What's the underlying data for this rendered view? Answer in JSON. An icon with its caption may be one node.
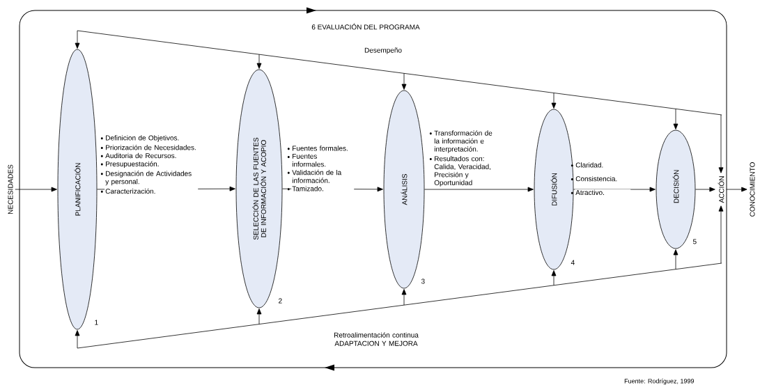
{
  "diagram": {
    "caption": "Fuente: Rodríguez, 1999",
    "nodes": [
      {
        "text": [
          "NECESIDADES"
        ]
      },
      {
        "text": [
          "PLANIFICACIÓN"
        ],
        "beside": [
          "1"
        ]
      },
      {
        "text": [
          "SELECCIÓN DE LAS FUENTES DE INFORMACIÓN Y ACOPIO"
        ],
        "beside": [
          "2"
        ]
      },
      {
        "text": [
          "ANÁLISIS"
        ],
        "beside": [
          "3"
        ]
      },
      {
        "text": [
          "DIFUSIÓN"
        ],
        "beside": [
          "4"
        ]
      },
      {
        "text": [
          "DECISIÓN"
        ],
        "beside": [
          "5"
        ]
      },
      {
        "text": [
          "ACCIÓN"
        ]
      },
      {
        "text": [
          "CONOCIMIENTO"
        ]
      }
    ],
    "edges": [
      {
        "from": 0,
        "to": 1,
        "arrow": "to"
      },
      {
        "from": 1,
        "to": 2,
        "arrow": "to"
      },
      {
        "from": 2,
        "to": 3,
        "arrow": "to"
      },
      {
        "from": 3,
        "to": 4,
        "arrow": "to"
      },
      {
        "from": 4,
        "to": 5,
        "arrow": "to"
      },
      {
        "from": 5,
        "to": 6,
        "arrow": "to"
      },
      {
        "from": 6,
        "to": 7,
        "arrow": "to"
      },
      {
        "from": null,
        "to": 1,
        "arrow": "to"
      },
      {
        "from": null,
        "to": 2,
        "arrow": "to"
      },
      {
        "from": null,
        "to": 3,
        "arrow": "to"
      },
      {
        "from": null,
        "to": 4,
        "arrow": "to"
      },
      {
        "from": null,
        "to": 5,
        "arrow": "to"
      },
      {
        "from": null,
        "to": 6,
        "arrow": "to"
      },
      {
        "from": null,
        "to": 1,
        "arrow": "to"
      },
      {
        "from": null,
        "to": 2,
        "arrow": "to"
      },
      {
        "from": null,
        "to": 3,
        "arrow": "to"
      },
      {
        "from": null,
        "to": 4,
        "arrow": "to"
      },
      {
        "from": null,
        "to": 5,
        "arrow": "to"
      },
      {
        "from": null,
        "to": 6,
        "arrow": "to"
      }
    ],
    "labels": [
      "6 EVALUACIÓN DEL PROGRAMA",
      "Desempeño",
      "Definicion de Objetivos.",
      "Priorización de Necesidades.",
      "Auditoria de Recursos.",
      "Presupuestación.",
      "Designación de Actividades y personal.",
      "Caracterización.",
      "Fuentes formales.",
      "Fuentes informales.",
      "Validación de la información.",
      "Tamizado.",
      "Transformación de la información e interpretación.",
      "Resultados con: Calida, Veracidad, Precisión y Oportunidad",
      "Claridad.",
      "Consistencia.",
      "Atractivo.",
      "Retroalimentación continua ADAPTACION Y MEJORA"
    ]
  }
}
